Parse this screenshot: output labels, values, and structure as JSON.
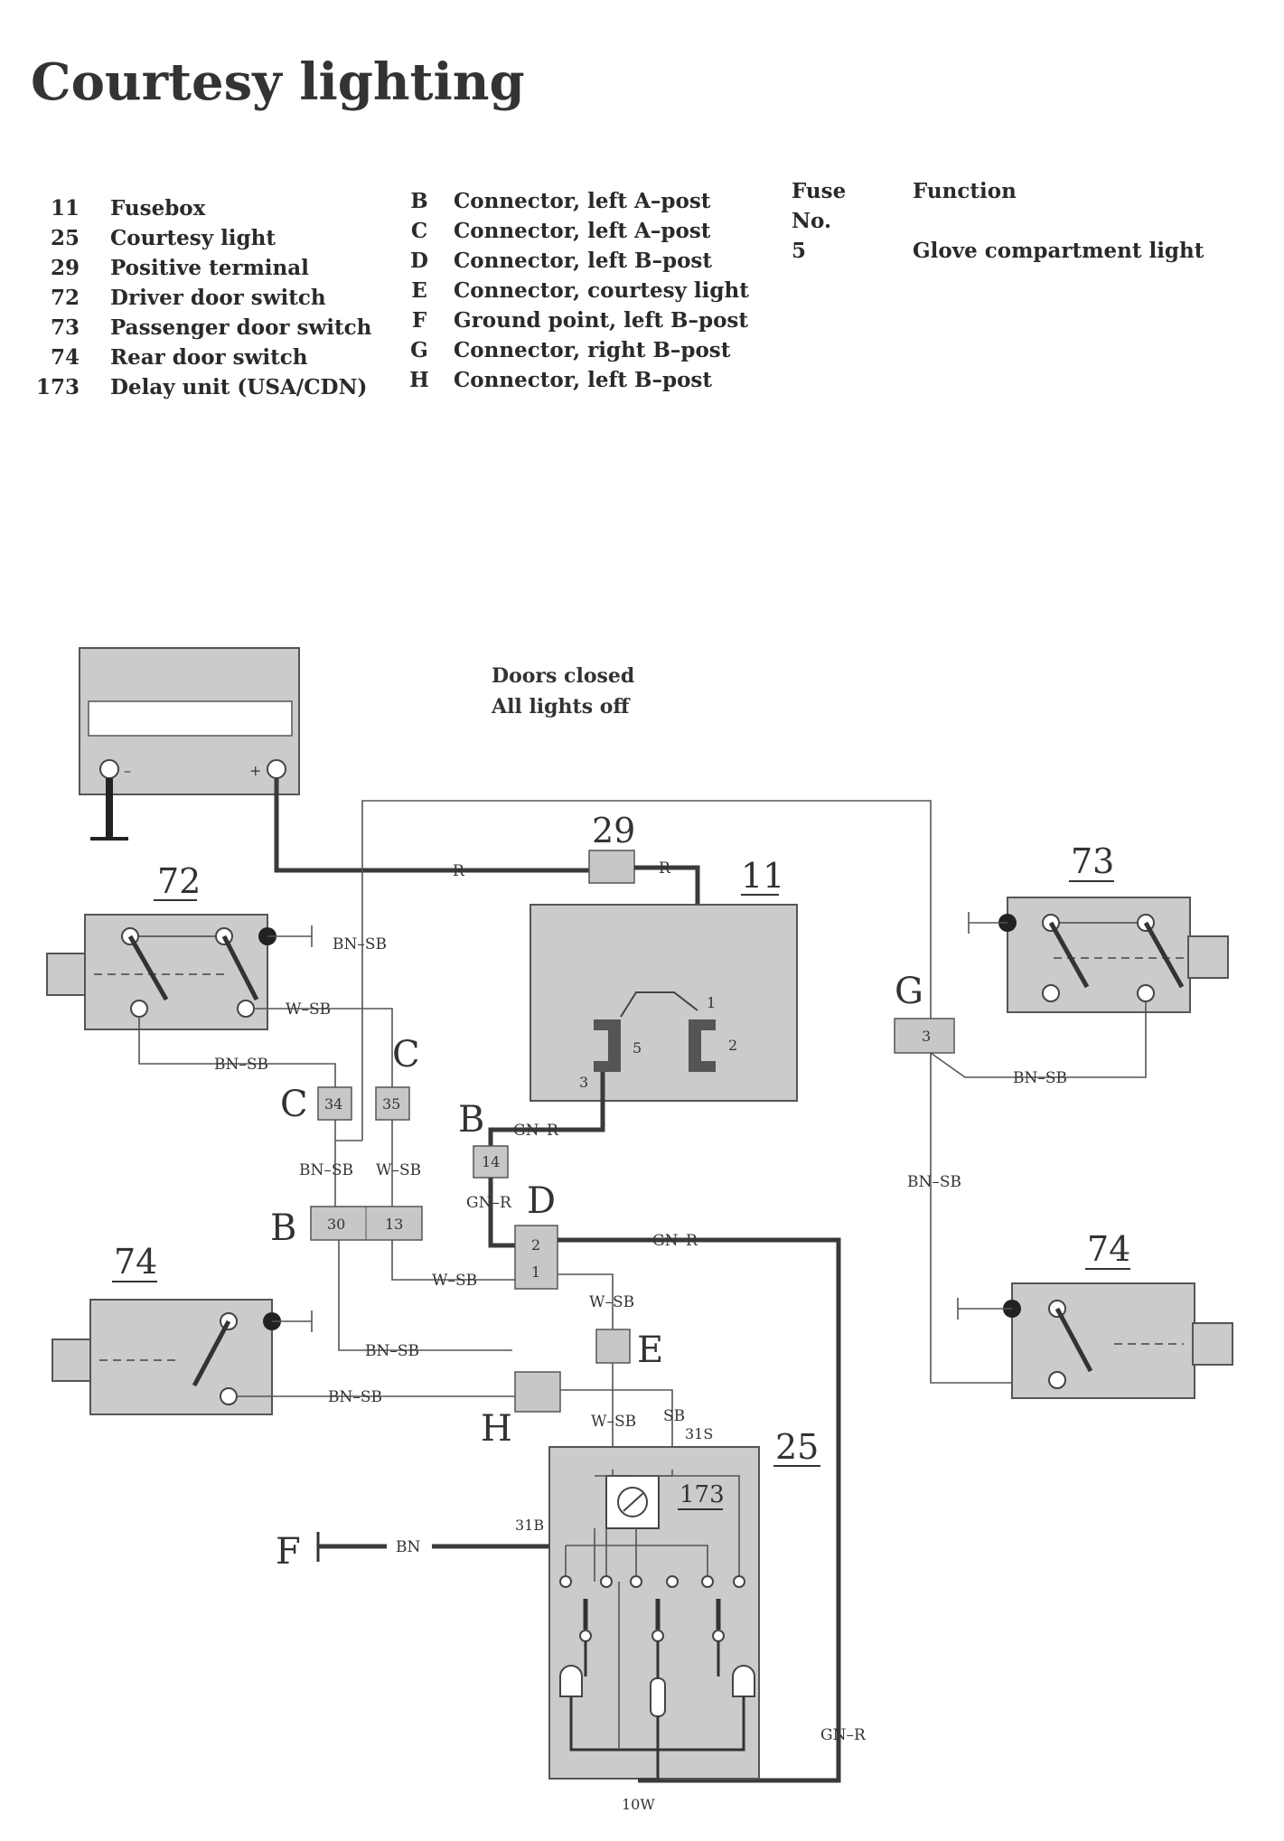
{
  "title": "Courtesy lighting",
  "legend_components": [
    {
      "code": "11",
      "label": "Fusebox"
    },
    {
      "code": "25",
      "label": "Courtesy light"
    },
    {
      "code": "29",
      "label": "Positive terminal"
    },
    {
      "code": "72",
      "label": "Driver door switch"
    },
    {
      "code": "73",
      "label": "Passenger door switch"
    },
    {
      "code": "74",
      "label": "Rear door switch"
    },
    {
      "code": "173",
      "label": "Delay unit (USA/CDN)"
    }
  ],
  "legend_connectors": [
    {
      "code": "B",
      "label": "Connector, left A–post"
    },
    {
      "code": "C",
      "label": "Connector, left A–post"
    },
    {
      "code": "D",
      "label": "Connector, left B–post"
    },
    {
      "code": "E",
      "label": "Connector, courtesy light"
    },
    {
      "code": "F",
      "label": "Ground point, left B–post"
    },
    {
      "code": "G",
      "label": "Connector, right B–post"
    },
    {
      "code": "H",
      "label": "Connector, left B–post"
    }
  ],
  "fuse_table": {
    "header_fuse": "Fuse",
    "header_no": "No.",
    "header_function": "Function",
    "fuse_number": "5",
    "function": "Glove compartment light"
  },
  "diagram": {
    "status_line1": "Doors closed",
    "status_line2": "All lights off",
    "battery": {
      "minus": "–",
      "plus": "+"
    },
    "components": {
      "c29": "29",
      "c11": "11",
      "c72": "72",
      "c73": "73",
      "c74_left": "74",
      "c74_right": "74",
      "c25": "25",
      "c173": "173"
    },
    "connectors": {
      "C_left": "C",
      "C_right": "C",
      "B_lower": "B",
      "B_upper": "B",
      "D": "D",
      "E": "E",
      "F": "F",
      "G": "G",
      "H": "H"
    },
    "pins": {
      "p34": "34",
      "p35": "35",
      "p14": "14",
      "p30": "30",
      "p13": "13",
      "p2": "2",
      "p1": "1",
      "g3": "3",
      "fuse_1": "1",
      "fuse_2": "2",
      "fuse_3": "3",
      "fuse_5": "5"
    },
    "wires": {
      "r1": "R",
      "r2": "R",
      "bnsb_top": "BN–SB",
      "wsb_72": "W–SB",
      "bnsb_72": "BN–SB",
      "bnsb_34": "BN–SB",
      "wsb_35": "W–SB",
      "gnr_b": "GN–R",
      "gnr_14": "GN–R",
      "gnr_d": "GN–R",
      "wsb_13": "W–SB",
      "wsb_e": "W–SB",
      "bnsb_h1": "BN–SB",
      "bnsb_h2": "BN–SB",
      "wsb_25": "W–SB",
      "sb_25": "SB",
      "t31s": "31S",
      "t31b": "31B",
      "bn_f": "BN",
      "gnr_bottom": "GN–R",
      "t10w": "10W",
      "bnsb_g": "BN–SB",
      "bnsb_g2": "BN–SB"
    }
  }
}
